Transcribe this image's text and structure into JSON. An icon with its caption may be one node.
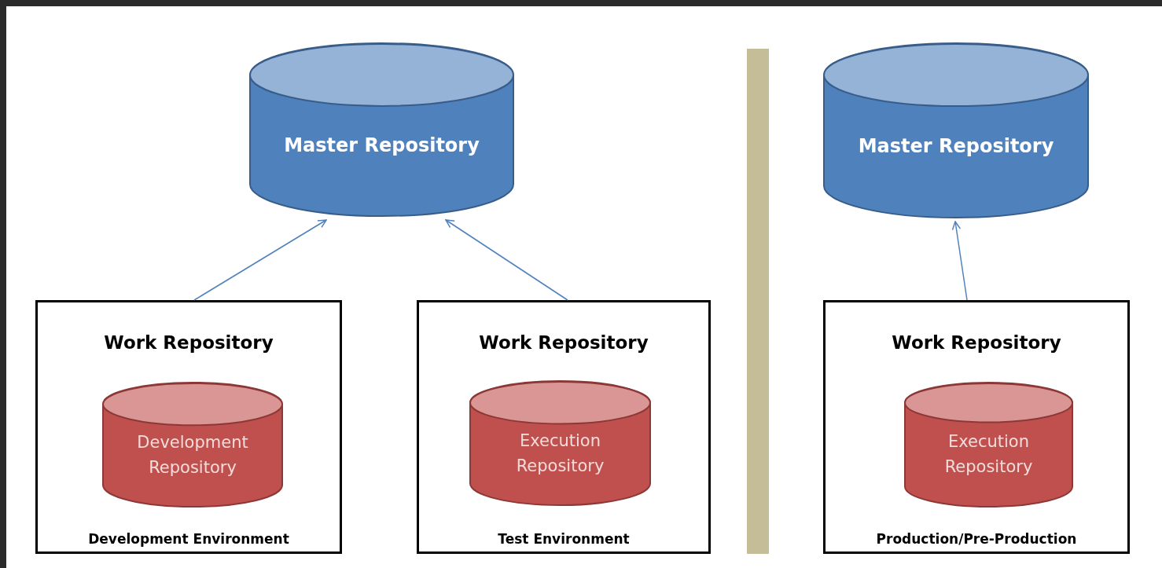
{
  "diagram": {
    "nodes": [
      {
        "text": [
          "Master Repository"
        ]
      },
      {
        "text": [
          "Work Repository",
          "Development Environment"
        ]
      },
      {
        "text": [
          "Development Repository"
        ],
        "in": 1
      },
      {
        "text": [
          "Work Repository",
          "Test Environment"
        ]
      },
      {
        "text": [
          "Execution Repository"
        ],
        "in": 3
      },
      {
        "text": [
          "Master Repository"
        ]
      },
      {
        "text": [
          "Work Repository",
          "Production/Pre-Production"
        ]
      },
      {
        "text": [
          "Execution Repository"
        ],
        "in": 6
      },
      {
        "text": [],
        "shape": "bar"
      }
    ],
    "edges": [
      {
        "from": 1,
        "to": 0,
        "arrow": "to"
      },
      {
        "from": 3,
        "to": 0,
        "arrow": "to"
      },
      {
        "from": 6,
        "to": 5,
        "arrow": "to"
      }
    ]
  }
}
